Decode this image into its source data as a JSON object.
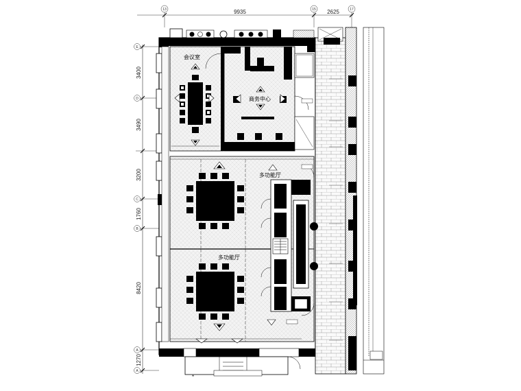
{
  "dimensions": {
    "top": [
      "9935",
      "2625"
    ],
    "left": [
      "3400",
      "3490",
      "3200",
      "1760",
      "8420",
      "1270"
    ]
  },
  "rooms": {
    "meeting_room": "会议室",
    "business_center": "商务中心",
    "multi_hall_upper": "多功能厅",
    "multi_hall_lower": "多功能厅"
  },
  "axis_markers": {
    "top": [
      "13",
      "15",
      "17"
    ],
    "left": [
      "E",
      "D",
      "C",
      "B",
      "A",
      "A"
    ]
  }
}
